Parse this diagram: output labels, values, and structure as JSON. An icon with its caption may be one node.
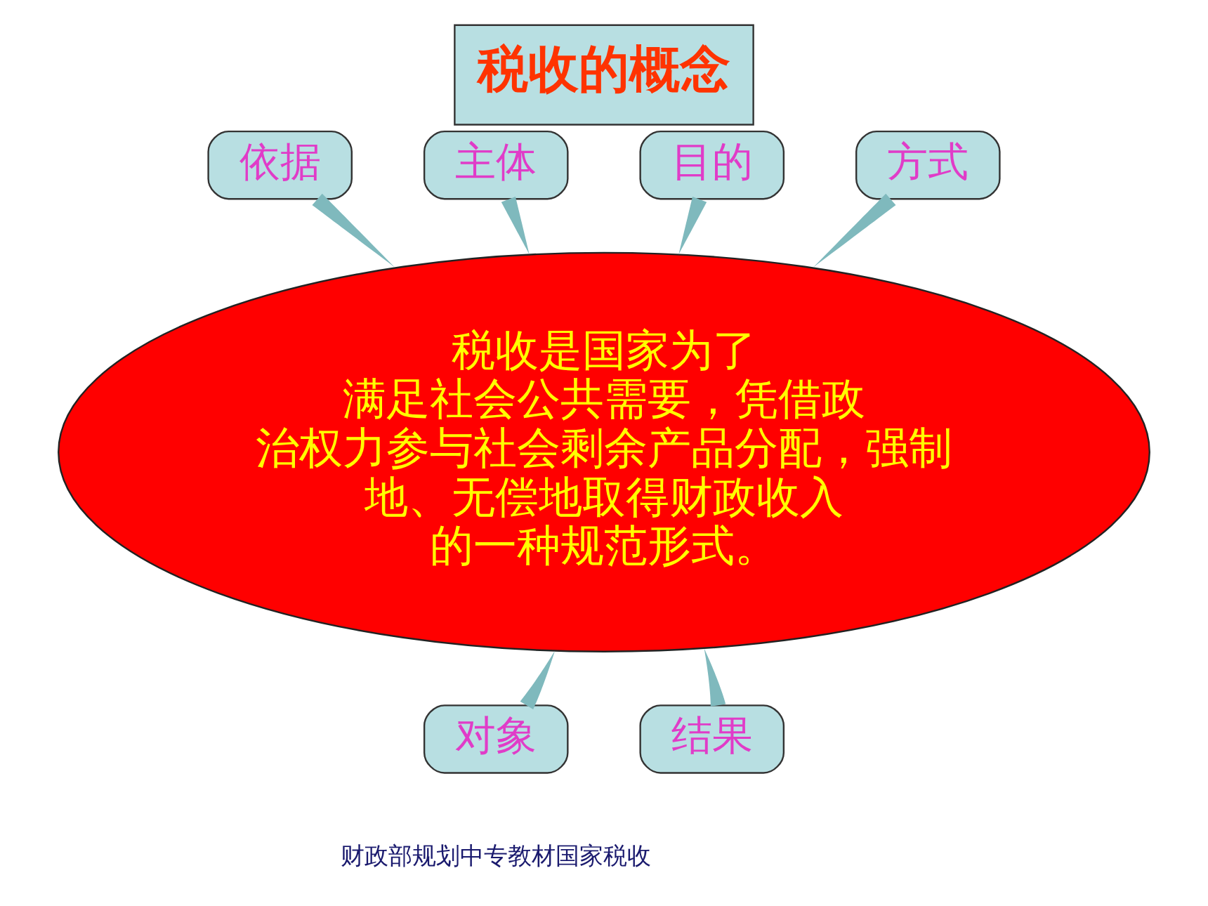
{
  "diagram": {
    "title": "税收的概念",
    "caption": "财政部规划中专教材国家税收",
    "nodes": [
      {
        "text": [
          "主体"
        ]
      },
      {
        "text": [
          "目的"
        ]
      },
      {
        "text": [
          "依据"
        ]
      },
      {
        "text": [
          "税收是国家为了满足社会公共需要，凭借政治权力参与社会剩余产品分配，强制地、无偿地取得财政收入的一种规范形式。"
        ]
      },
      {
        "text": [
          "方式"
        ]
      },
      {
        "text": [
          "结果"
        ]
      },
      {
        "text": [
          "对象"
        ]
      }
    ],
    "edges": [
      {
        "from": 0,
        "to": 3,
        "arrow": "none"
      },
      {
        "from": 1,
        "to": 3,
        "arrow": "none"
      },
      {
        "from": 2,
        "to": 3,
        "arrow": "none"
      },
      {
        "from": 4,
        "to": 3,
        "arrow": "none"
      },
      {
        "from": 6,
        "to": 3,
        "arrow": "none"
      },
      {
        "from": 5,
        "to": 3,
        "arrow": "none"
      }
    ]
  }
}
